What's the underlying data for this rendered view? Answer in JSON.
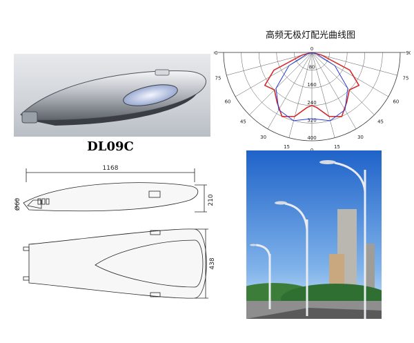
{
  "product": {
    "model": "DL09C"
  },
  "chart_data": {
    "type": "polar",
    "title": "高频无极灯配光曲线图",
    "angle_labels": [
      "90",
      "75",
      "60",
      "45",
      "30",
      "15",
      "0",
      "15",
      "30",
      "45",
      "60",
      "75",
      "90"
    ],
    "radial_labels": [
      "80",
      "160",
      "240",
      "320",
      "400"
    ],
    "top_label": "0",
    "series": [
      {
        "color": "#d42a2a",
        "values": [
          [
            -90,
            0
          ],
          [
            -75,
            45
          ],
          [
            -65,
            190
          ],
          [
            -55,
            260
          ],
          [
            -45,
            240
          ],
          [
            -35,
            275
          ],
          [
            -25,
            320
          ],
          [
            -15,
            300
          ],
          [
            -5,
            250
          ],
          [
            0,
            240
          ],
          [
            5,
            250
          ],
          [
            15,
            300
          ],
          [
            25,
            320
          ],
          [
            35,
            275
          ],
          [
            45,
            240
          ],
          [
            55,
            260
          ],
          [
            65,
            190
          ],
          [
            75,
            45
          ],
          [
            90,
            0
          ]
        ]
      },
      {
        "color": "#2a3bd4",
        "values": [
          [
            -90,
            0
          ],
          [
            -75,
            20
          ],
          [
            -60,
            120
          ],
          [
            -45,
            230
          ],
          [
            -30,
            300
          ],
          [
            -15,
            320
          ],
          [
            0,
            300
          ],
          [
            15,
            320
          ],
          [
            30,
            300
          ],
          [
            45,
            230
          ],
          [
            60,
            120
          ],
          [
            75,
            20
          ],
          [
            90,
            0
          ]
        ]
      }
    ]
  },
  "dimensions": {
    "length": "1168",
    "height": "210",
    "neck": "Ø60",
    "width": "438"
  }
}
